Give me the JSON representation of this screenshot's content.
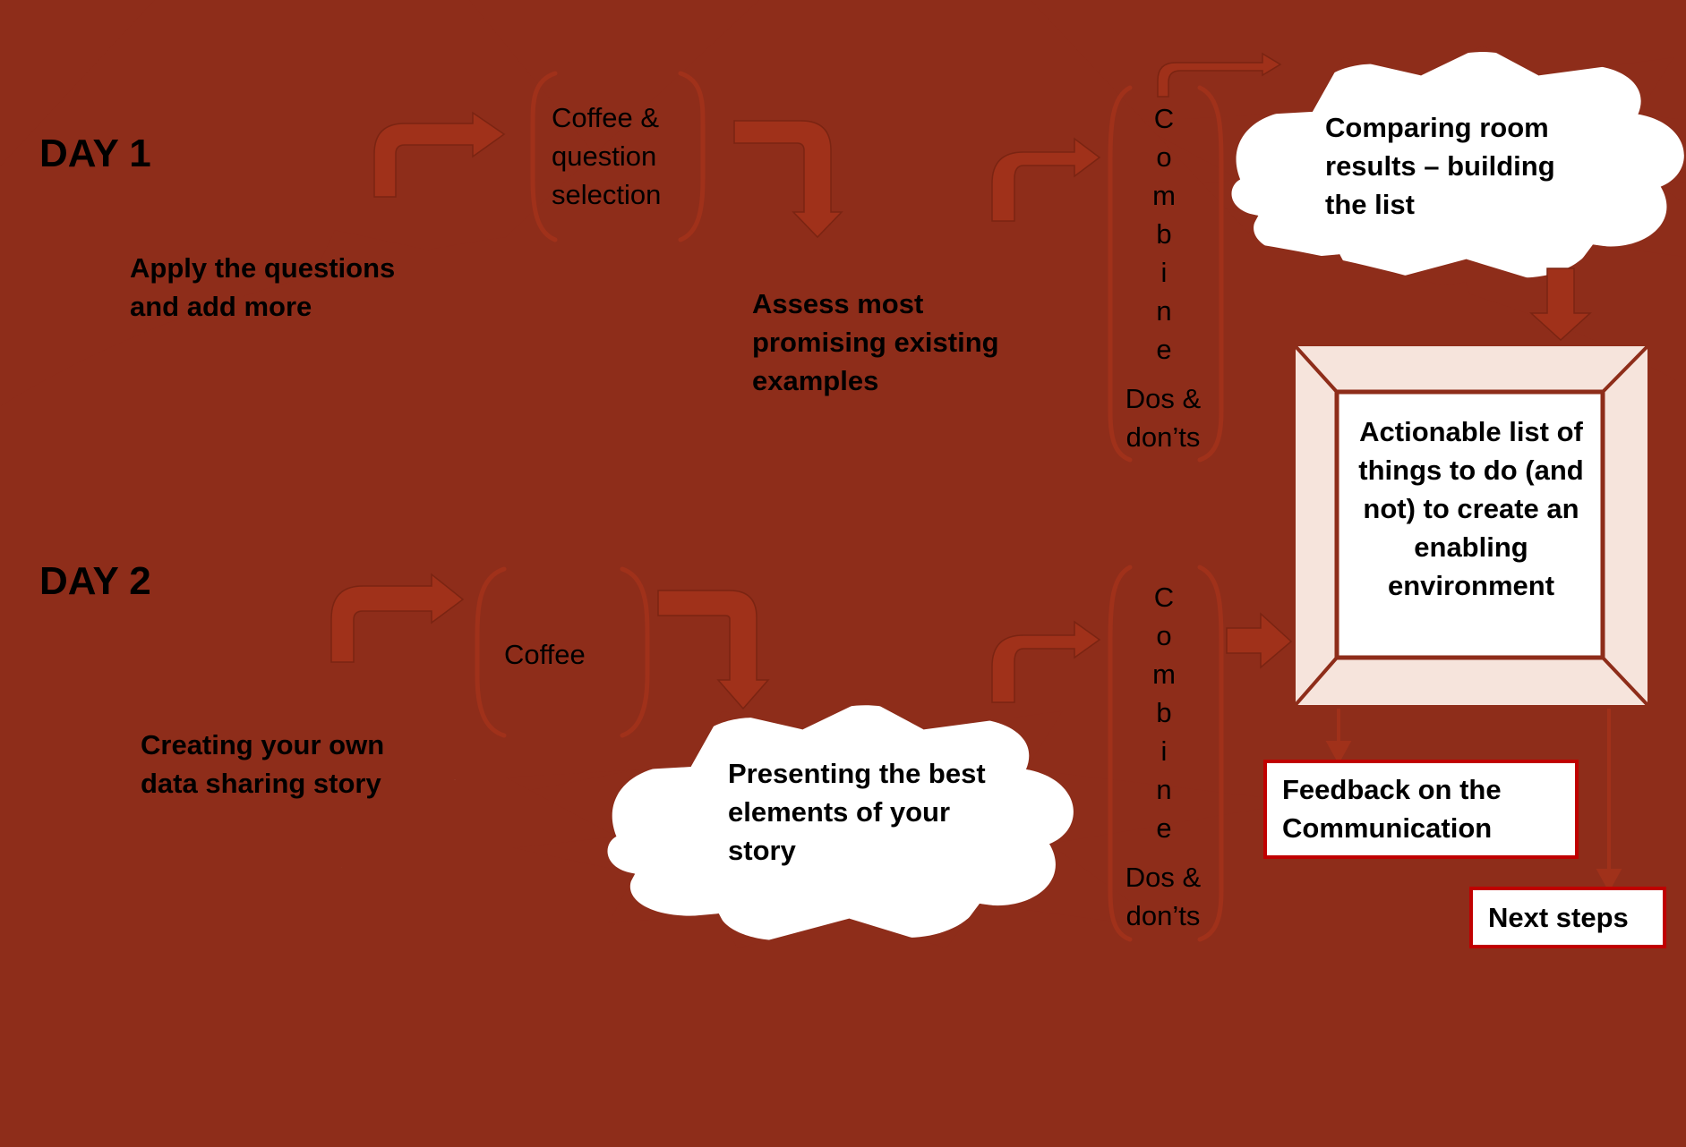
{
  "day1": {
    "label": "DAY 1"
  },
  "day2": {
    "label": "DAY 2"
  },
  "day1_steps": {
    "apply": "Apply the questions and add more",
    "coffee": "Coffee & question selection",
    "assess": "Assess most promising existing examples",
    "combine_word": "C\no\nm\nb\ni\nn\ne",
    "dos": "Dos & don’ts",
    "comparing": "Comparing room results – building the list"
  },
  "day2_steps": {
    "creating": "Creating your own data sharing story",
    "coffee": "Coffee",
    "presenting": "Presenting the best elements of your story",
    "combine_word": "C\no\nm\nb\ni\nn\ne",
    "dos": "Dos & don’ts"
  },
  "outcome": {
    "actionable": "Actionable list of things to do (and not) to create an enabling environment",
    "feedback": "Feedback on the Communication",
    "next_steps": "Next steps"
  },
  "colors": {
    "accent": "#a0311a",
    "outline": "#8e2d1a",
    "frame_fill": "#f6e4dc",
    "box_border": "#c00000",
    "sidebar": "#7a6a4f"
  }
}
